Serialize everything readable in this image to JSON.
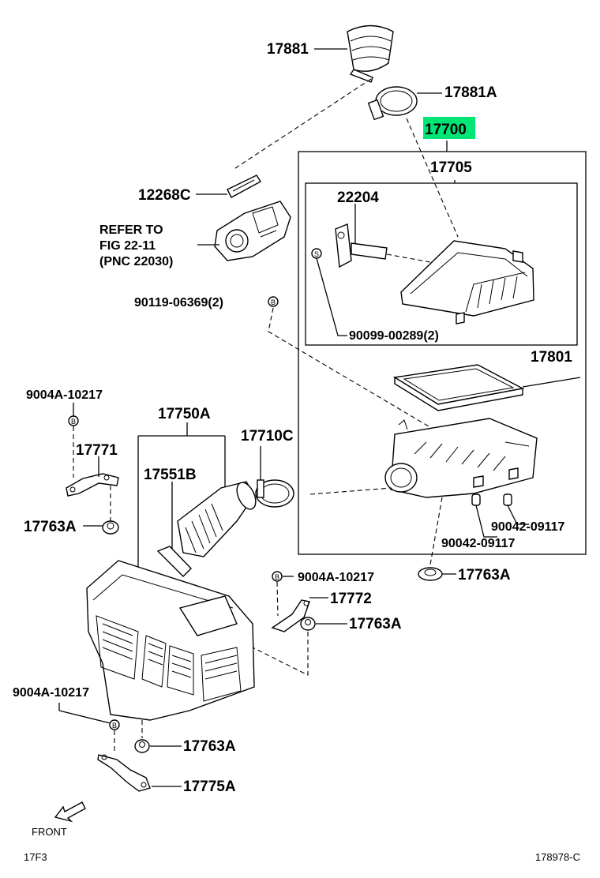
{
  "labels": {
    "p17881": "17881",
    "p17881A": "17881A",
    "p17700": "17700",
    "p17705": "17705",
    "p12268C": "12268C",
    "p22204": "22204",
    "refer1": "REFER TO",
    "refer2": "FIG 22-11",
    "refer3": "(PNC 22030)",
    "p90119": "90119-06369(2)",
    "p90099": "90099-00289(2)",
    "p17801": "17801",
    "p9004A_a": "9004A-10217",
    "p17750A": "17750A",
    "p17710C": "17710C",
    "p17771": "17771",
    "p17551B": "17551B",
    "p17763A_a": "17763A",
    "p90042_a": "90042-09117",
    "p90042_b": "90042-09117",
    "p17763A_b": "17763A",
    "p9004A_b": "9004A-10217",
    "p17772": "17772",
    "p17763A_c": "17763A",
    "p9004A_c": "9004A-10217",
    "p17763A_d": "17763A",
    "p17775A": "17775A",
    "front": "FRONT",
    "footer_left": "17F3",
    "footer_right": "178978-C",
    "badge_B": "B",
    "badge_S": "S"
  },
  "colors": {
    "highlight": "#00e676",
    "ink": "#000000",
    "background": "#ffffff"
  }
}
